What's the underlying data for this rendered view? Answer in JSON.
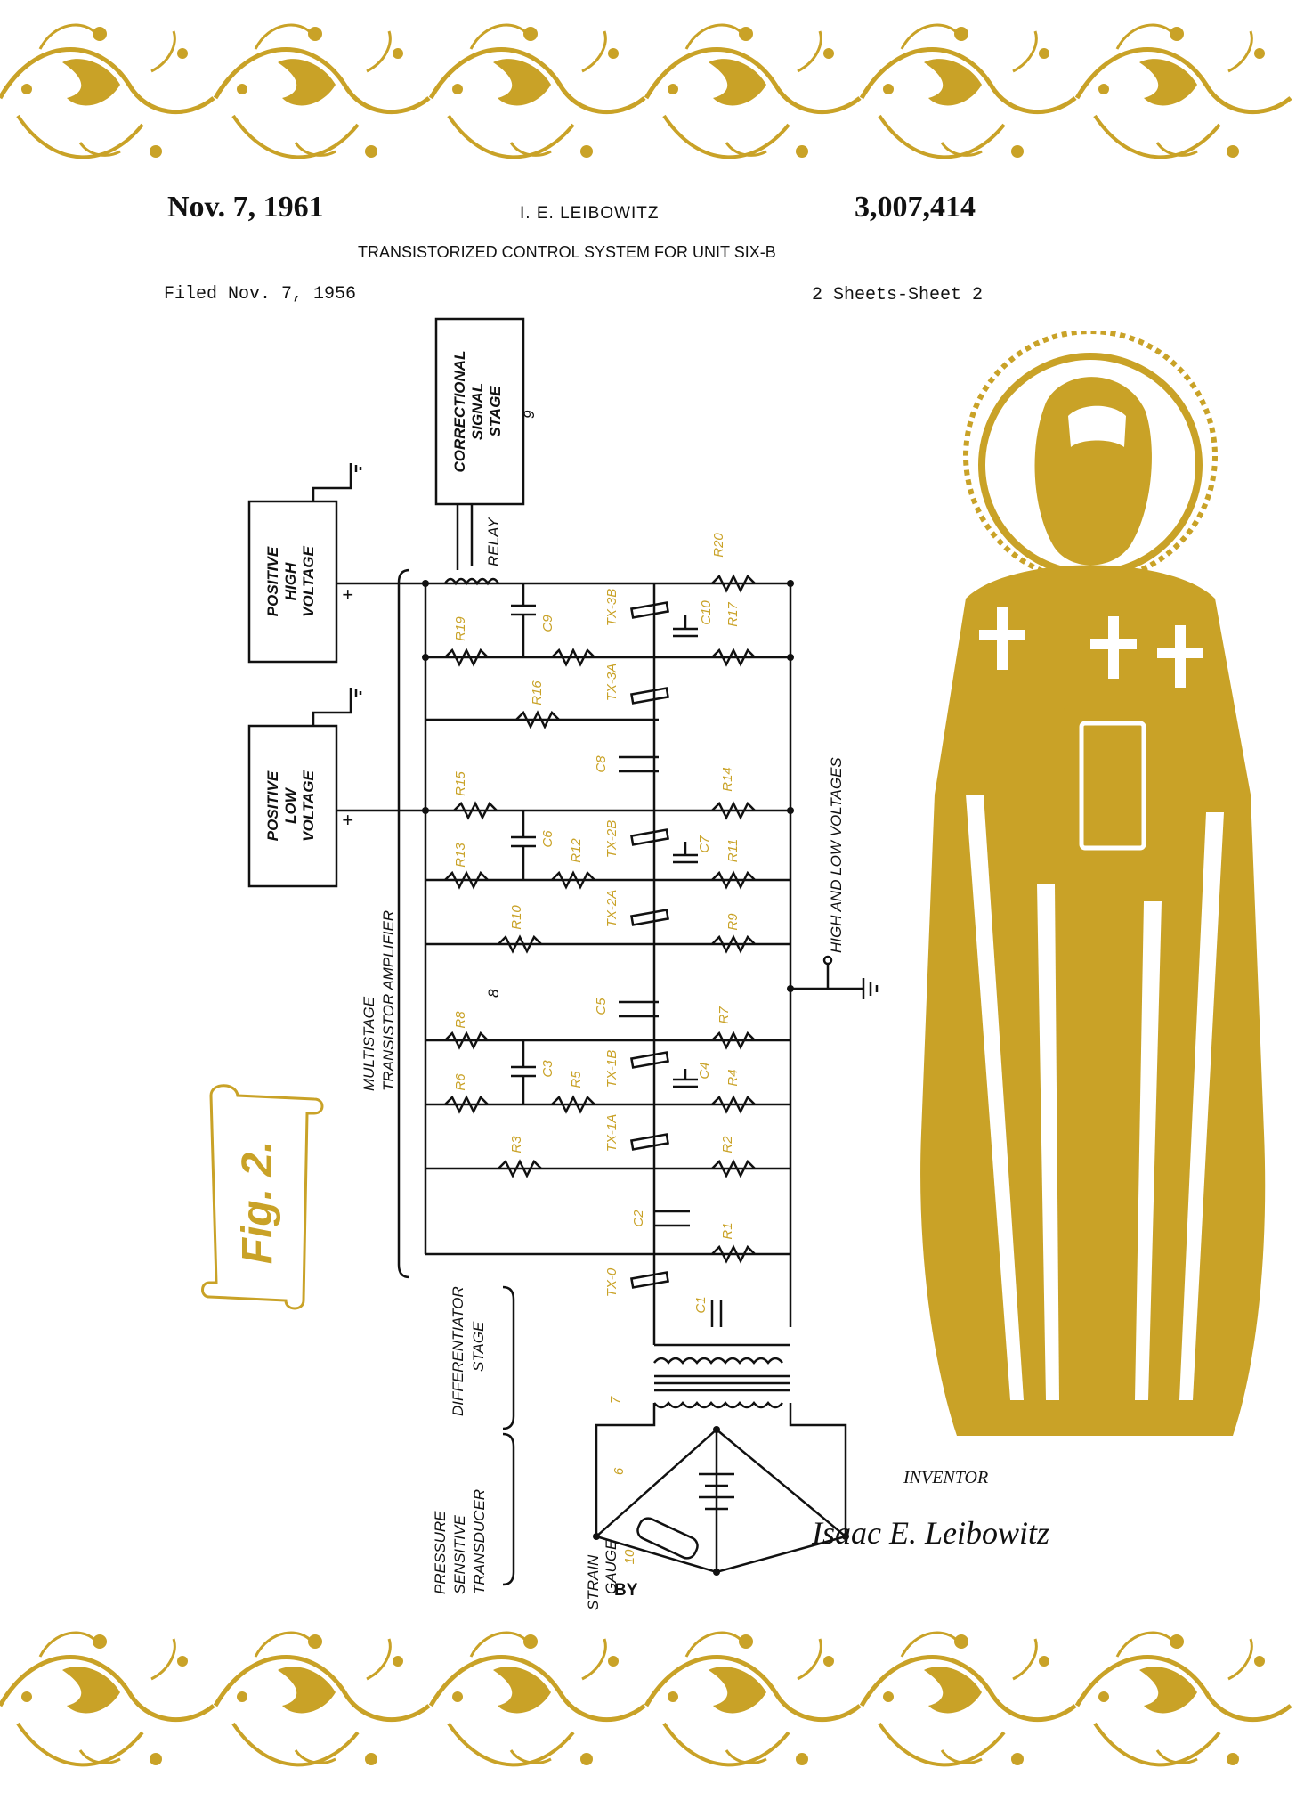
{
  "colors": {
    "gold": "#c9a227",
    "ink": "#111111",
    "paper": "#ffffff"
  },
  "header": {
    "date": "Nov. 7, 1961",
    "inventor": "I. E. LEIBOWITZ",
    "patent_number": "3,007,414",
    "title": "TRANSISTORIZED CONTROL SYSTEM FOR UNIT SIX-B",
    "filed": "Filed Nov. 7, 1956",
    "sheets": "2 Sheets-Sheet 2"
  },
  "figure_label": "Fig. 2.",
  "blocks": {
    "correctional": [
      "CORRECTIONAL",
      "SIGNAL",
      "STAGE"
    ],
    "high_voltage": [
      "POSITIVE",
      "HIGH",
      "VOLTAGE"
    ],
    "low_voltage": [
      "POSITIVE",
      "LOW",
      "VOLTAGE"
    ]
  },
  "labels": {
    "ref_9": "9",
    "relay": "RELAY",
    "plus": "+",
    "multistage": [
      "MULTISTAGE",
      "TRANSISTOR AMPLIFIER"
    ],
    "ref_8": "8",
    "differentiator": [
      "DIFFERENTIATOR",
      "STAGE"
    ],
    "pressure": [
      "PRESSURE",
      "SENSITIVE",
      "TRANSDUCER"
    ],
    "ref_7": "7",
    "ref_6": "6",
    "ref_10": "10",
    "strain_gauge": [
      "STRAIN",
      "GAUGE"
    ],
    "hl_voltages": "HIGH AND LOW VOLTAGES"
  },
  "components": {
    "R19": "R19",
    "C9": "C9",
    "TX3B": "TX-3B",
    "C10": "C10",
    "R20": "R20",
    "R17": "R17",
    "TX3A": "TX-3A",
    "R16": "R16",
    "C8": "C8",
    "R15": "R15",
    "R14": "R14",
    "C6": "C6",
    "R12": "R12",
    "TX2B": "TX-2B",
    "C7": "C7",
    "R13": "R13",
    "R11": "R11",
    "TX2A": "TX-2A",
    "R10": "R10",
    "R9": "R9",
    "C5": "C5",
    "R8": "R8",
    "R7": "R7",
    "C3": "C3",
    "R5": "R5",
    "TX1B": "TX-1B",
    "C4": "C4",
    "R6": "R6",
    "R4": "R4",
    "TX1A": "TX-1A",
    "R3": "R3",
    "R2": "R2",
    "C2": "C2",
    "R1": "R1",
    "TX0": "TX-0",
    "C1": "C1"
  },
  "inventor": {
    "label": "INVENTOR",
    "signature": "Isaac E. Leibowitz",
    "by": "BY"
  }
}
